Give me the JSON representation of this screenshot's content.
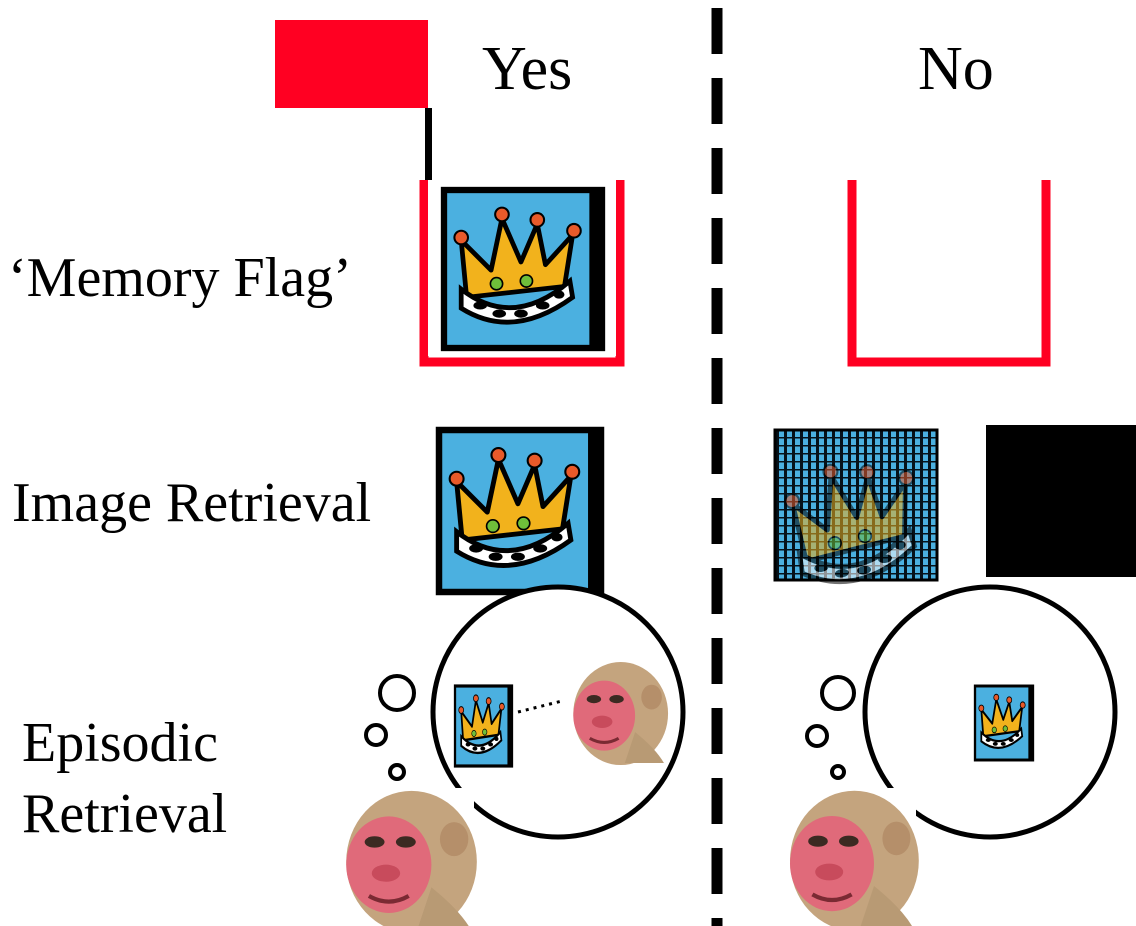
{
  "columns": {
    "yes": "Yes",
    "no": "No"
  },
  "rows": {
    "memory_flag": "‘Memory Flag’",
    "image_retrieval": "Image Retrieval",
    "episodic_line1": "Episodic",
    "episodic_line2": "Retrieval"
  },
  "colors": {
    "flag_red": "#ff0022",
    "tile_blue": "#4bb0e0",
    "crown_gold": "#f2b21c",
    "jewel_red": "#e85a2a",
    "jewel_green": "#6fbf3a",
    "monkey_fur": "#c4a47e",
    "monkey_face": "#e06a7a"
  },
  "icons": {
    "crown": "crown-icon",
    "flag": "flag-icon",
    "monkey": "monkey-icon",
    "thought": "thought-bubble-icon"
  }
}
